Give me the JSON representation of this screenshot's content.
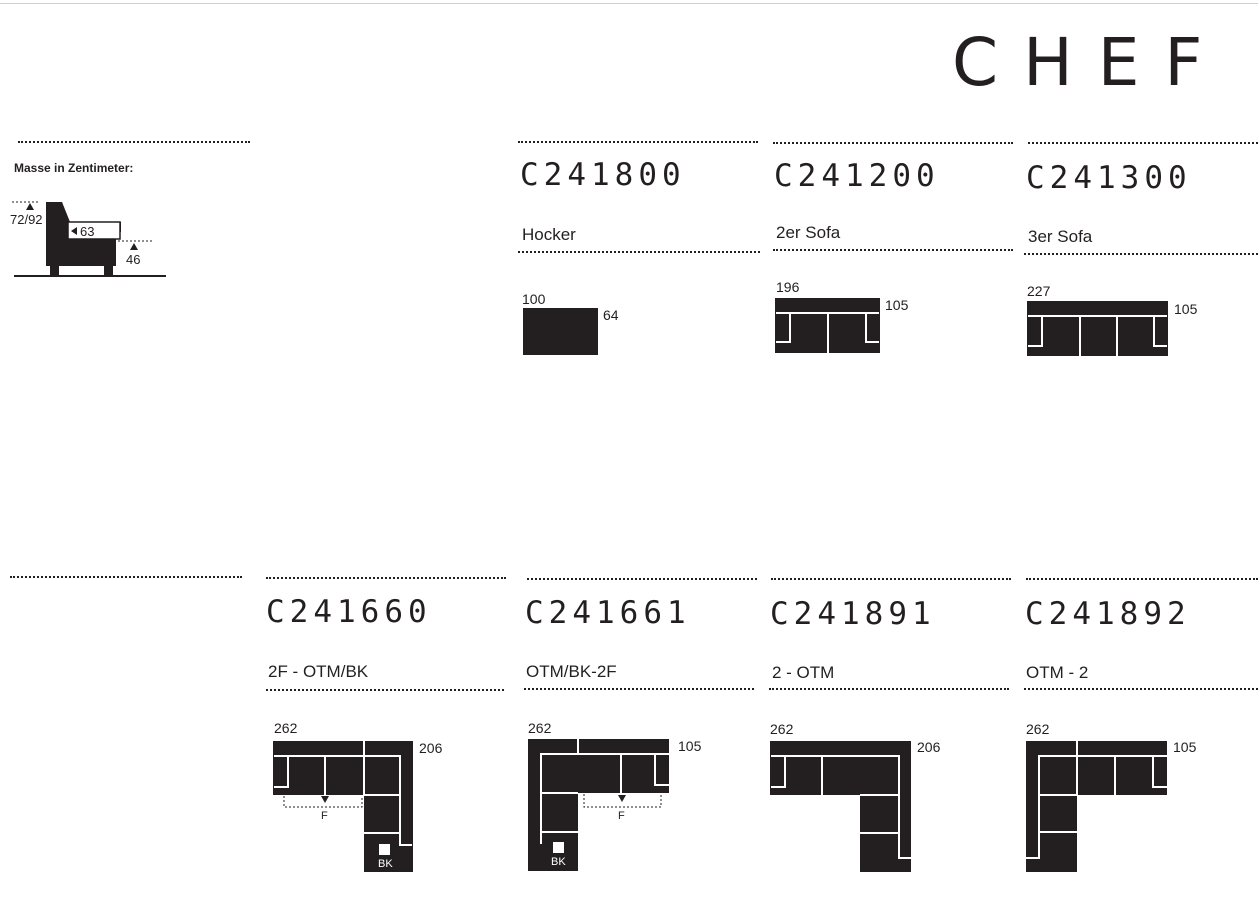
{
  "brand": {
    "title": "CHEF"
  },
  "legend": {
    "label": "Masse in Zentimeter:",
    "height": "72/92",
    "depth_seat": "63",
    "seat_height": "46"
  },
  "products": [
    {
      "code": "C241800",
      "name": "Hocker",
      "width": "100",
      "depth": "64"
    },
    {
      "code": "C241200",
      "name": "2er Sofa",
      "width": "196",
      "depth": "105"
    },
    {
      "code": "C241300",
      "name": "3er Sofa",
      "width": "227",
      "depth": "105"
    },
    {
      "code": "C241660",
      "name": "2F - OTM/BK",
      "width": "262",
      "depth": "206",
      "markers": [
        "F",
        "BK"
      ]
    },
    {
      "code": "C241661",
      "name": "OTM/BK-2F",
      "width": "262",
      "depth": "105",
      "markers": [
        "F",
        "BK"
      ]
    },
    {
      "code": "C241891",
      "name": "2 - OTM",
      "width": "262",
      "depth": "206"
    },
    {
      "code": "C241892",
      "name": "OTM - 2",
      "width": "262",
      "depth": "105"
    }
  ],
  "colors": {
    "ink": "#231f20",
    "background": "#ffffff"
  }
}
